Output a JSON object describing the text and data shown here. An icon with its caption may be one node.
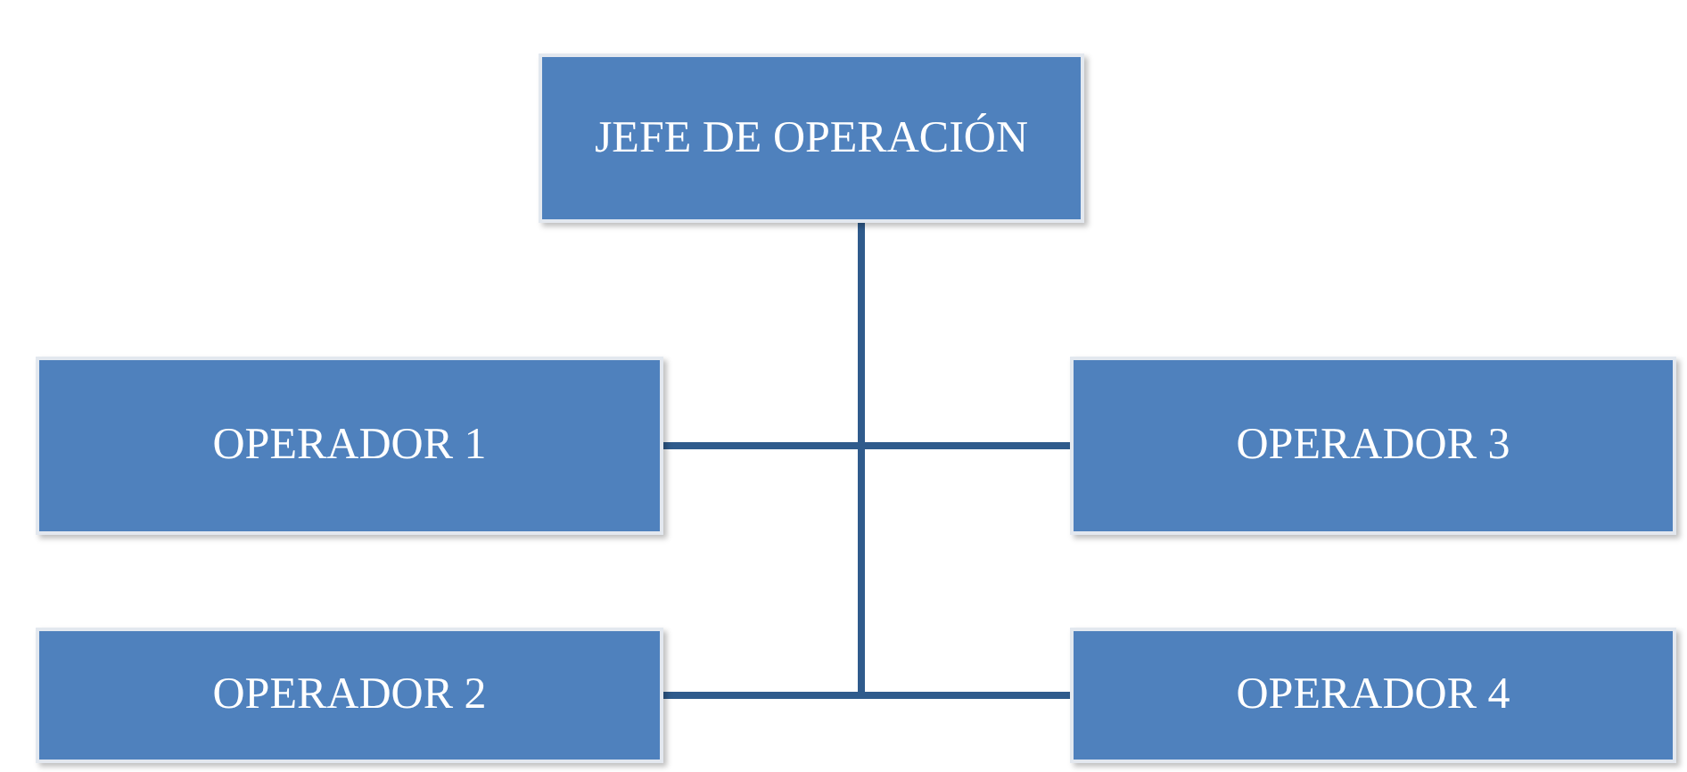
{
  "diagram": {
    "nodes": [
      {
        "text": [
          "JEFE DE OPERACIÓN"
        ]
      },
      {
        "text": [
          "OPERADOR 1"
        ]
      },
      {
        "text": [
          "OPERADOR 2"
        ]
      },
      {
        "text": [
          "OPERADOR 3"
        ]
      },
      {
        "text": [
          "OPERADOR 4"
        ]
      }
    ],
    "edges": [
      {
        "from": 0,
        "to": 1,
        "arrow": "none"
      },
      {
        "from": 0,
        "to": 2,
        "arrow": "none"
      },
      {
        "from": 0,
        "to": 3,
        "arrow": "none"
      },
      {
        "from": 0,
        "to": 4,
        "arrow": "none"
      }
    ]
  }
}
